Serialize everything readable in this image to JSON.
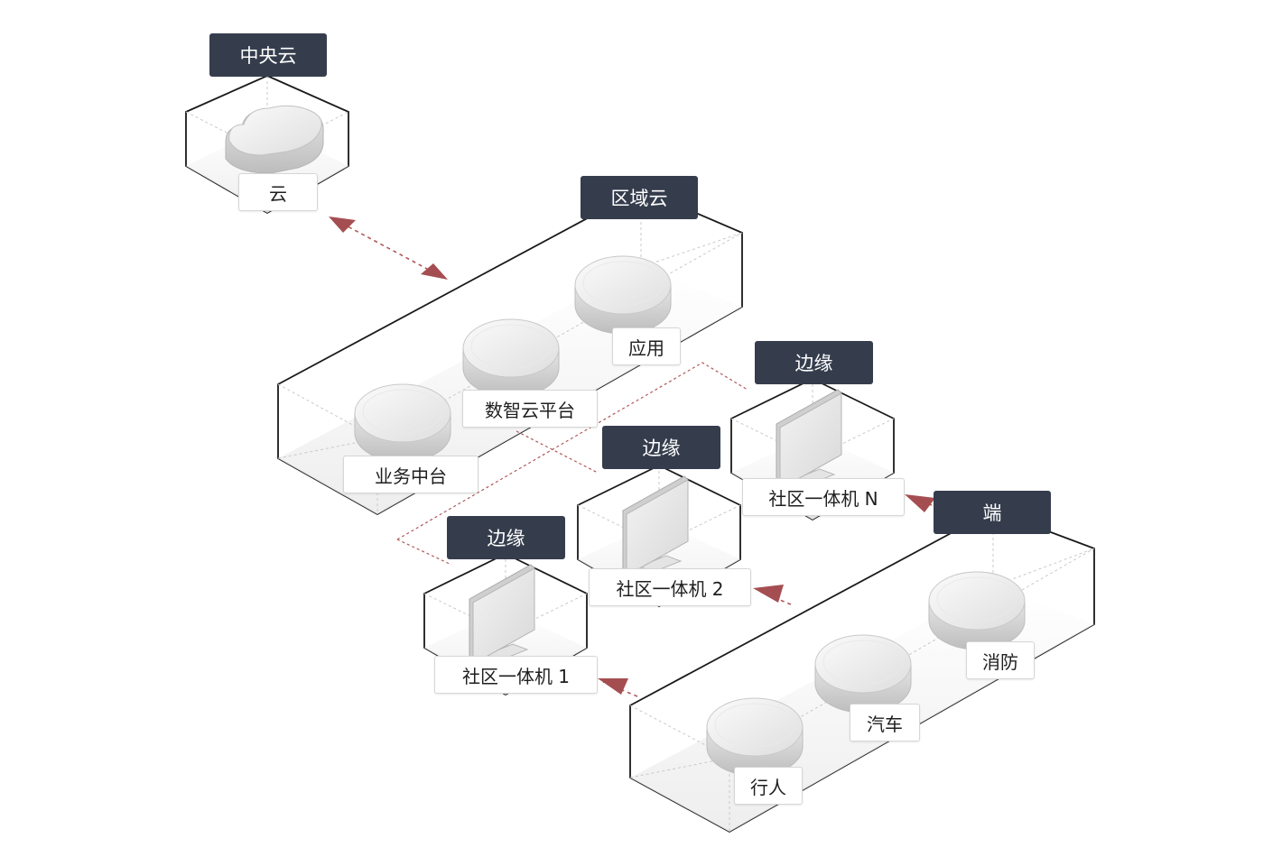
{
  "tiers": {
    "central": {
      "label": "中央云",
      "items": [
        "云"
      ]
    },
    "regional": {
      "label": "区域云",
      "items": [
        "业务中台",
        "数智云平台",
        "应用"
      ]
    },
    "edge": {
      "label": "边缘",
      "items": [
        "社区一体机 1",
        "社区一体机 2",
        "社区一体机 N"
      ]
    },
    "terminal": {
      "label": "端",
      "items": [
        "行人",
        "汽车",
        "消防"
      ]
    }
  },
  "colors": {
    "label_bg": "#353d4d",
    "label_text": "#ffffff",
    "box_stroke": "#1a1a1a",
    "dotted_grid": "#c9c9c9",
    "connector": "#b0575a"
  },
  "icons": {
    "central": "cloud-icon",
    "regional": "server-disk-icon",
    "edge": "monitor-icon",
    "terminal": "sensor-disk-icon"
  }
}
